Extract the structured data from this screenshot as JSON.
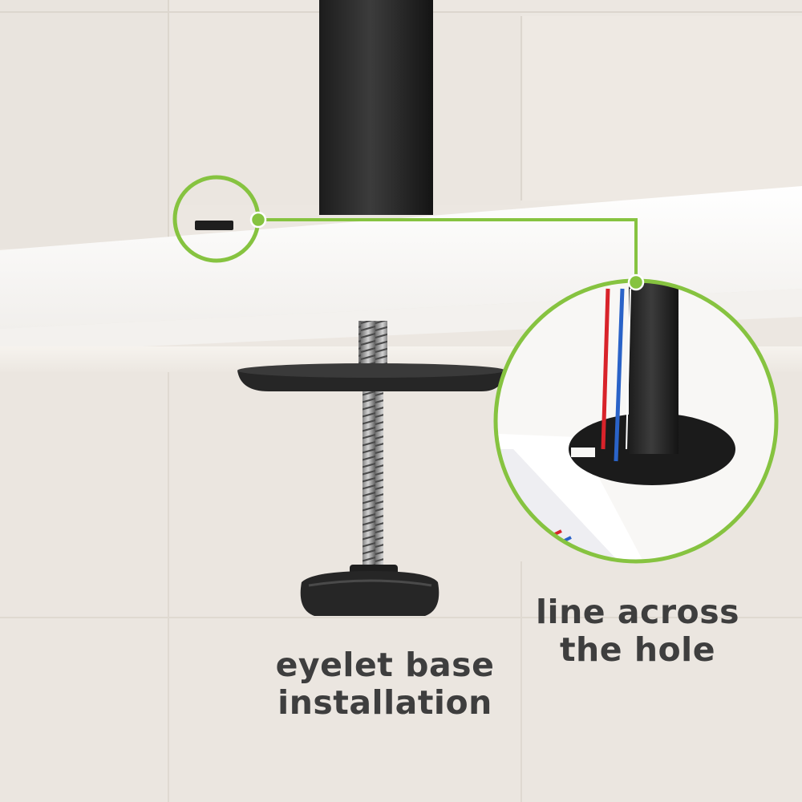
{
  "captions": {
    "eyelet": {
      "line1": "eyelet base",
      "line2": "installation"
    },
    "cable": {
      "line1": "line across",
      "line2": "the hole"
    }
  },
  "colors": {
    "accent_green": "#86c340",
    "caption_text": "#3e3e3e",
    "wall": "#ece7e1",
    "desk_top": "#ffffff",
    "metal_dark": "#2b2b2b",
    "cable_red": "#d8232a",
    "cable_blue": "#2a63c8"
  },
  "icons": {
    "left_callout": "magnifier-circle",
    "right_callout": "zoom-detail-circle"
  }
}
